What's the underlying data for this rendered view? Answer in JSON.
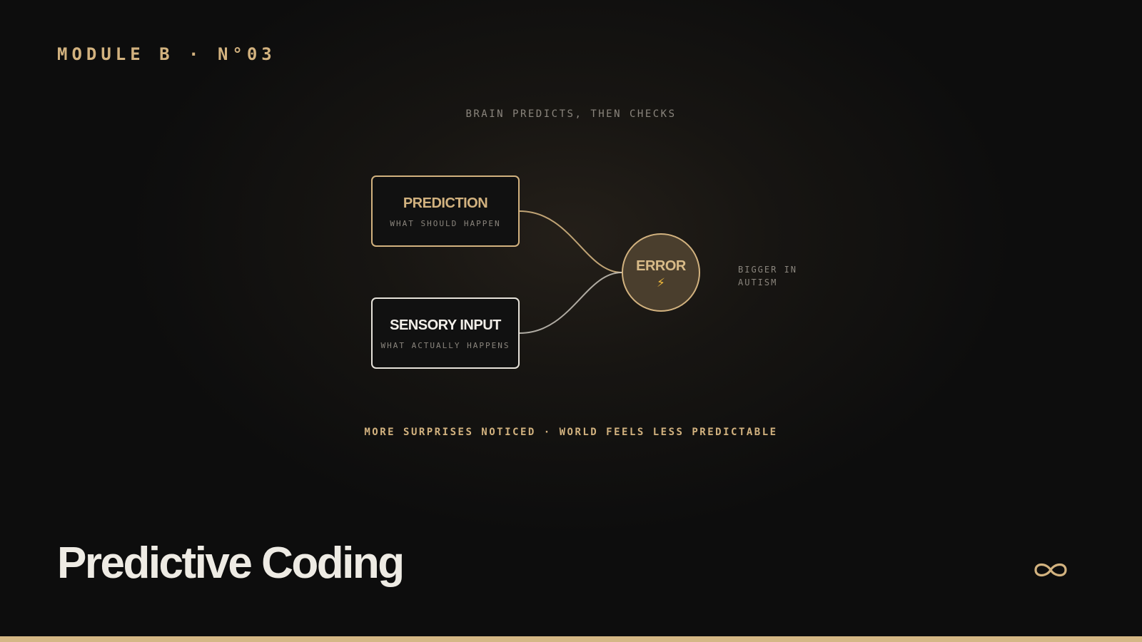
{
  "header": {
    "eyebrow": "MODULE B · N°03"
  },
  "diagram": {
    "subtitle": "BRAIN PREDICTS, THEN CHECKS",
    "nodes": {
      "prediction": {
        "title": "PREDICTION",
        "subtitle": "WHAT SHOULD HAPPEN"
      },
      "sensory_input": {
        "title": "SENSORY INPUT",
        "subtitle": "WHAT ACTUALLY HAPPENS"
      },
      "error": {
        "title": "ERROR",
        "icon": "lightning-bolt-icon",
        "glyph": "⚡"
      }
    },
    "side_note": "BIGGER IN AUTISM",
    "tagline": "MORE SURPRISES NOTICED · WORLD FEELS LESS PREDICTABLE"
  },
  "footer": {
    "title": "Predictive Coding",
    "icon": "infinity-icon"
  },
  "colors": {
    "accent": "#d2b27f",
    "background": "#0d0d0d",
    "text_primary": "#eeebe4",
    "text_muted": "#8a857d",
    "error_fill": "#4a3e2d",
    "bolt": "#f0b93a"
  }
}
